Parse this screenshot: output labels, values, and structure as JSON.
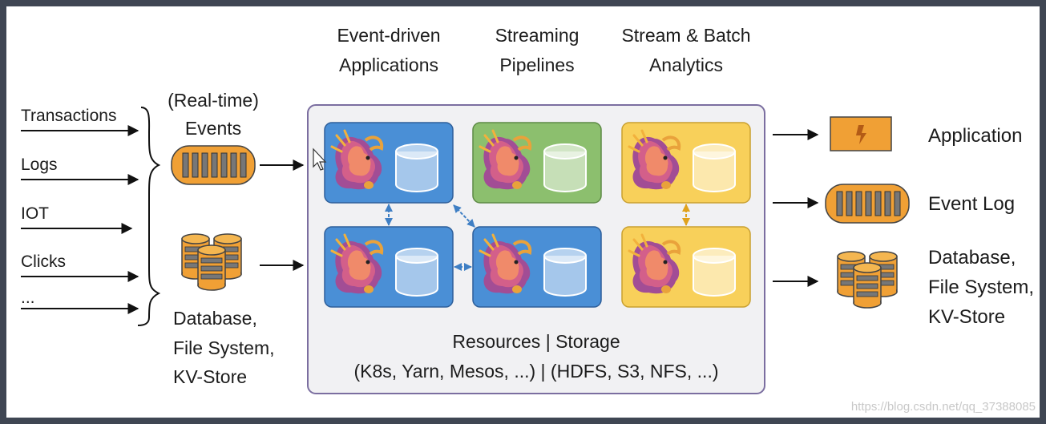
{
  "inputs": {
    "sources": [
      "Transactions",
      "Logs",
      "IOT",
      "Clicks",
      "..."
    ],
    "events_label": [
      "(Real-time)",
      "Events"
    ],
    "database_label": [
      "Database,",
      "File System,",
      "KV-Store"
    ]
  },
  "headers": [
    [
      "Event-driven",
      "Applications"
    ],
    [
      "Streaming",
      "Pipelines"
    ],
    [
      "Stream & Batch",
      "Analytics"
    ]
  ],
  "resources": {
    "line1": "Resources | Storage",
    "line2": "(K8s, Yarn, Mesos, ...) | (HDFS, S3, NFS, ...)"
  },
  "outputs": {
    "application": "Application",
    "event_log": "Event Log",
    "database": [
      "Database,",
      "File System,",
      "KV-Store"
    ]
  },
  "watermark": "https://blog.csdn.net/qq_37388085",
  "colors": {
    "blue": "#4a8fd6",
    "green": "#8cbf6e",
    "yellow": "#f8d05a",
    "orange": "#f0a035",
    "arrow_blue": "#3f7fc4",
    "arrow_yellow": "#e0a21e",
    "frame": "#7b6ea0"
  },
  "icons": [
    "squirrel-icon",
    "cylinder-icon",
    "bolt-icon",
    "log-icon",
    "database-stack-icon",
    "cursor-icon"
  ]
}
